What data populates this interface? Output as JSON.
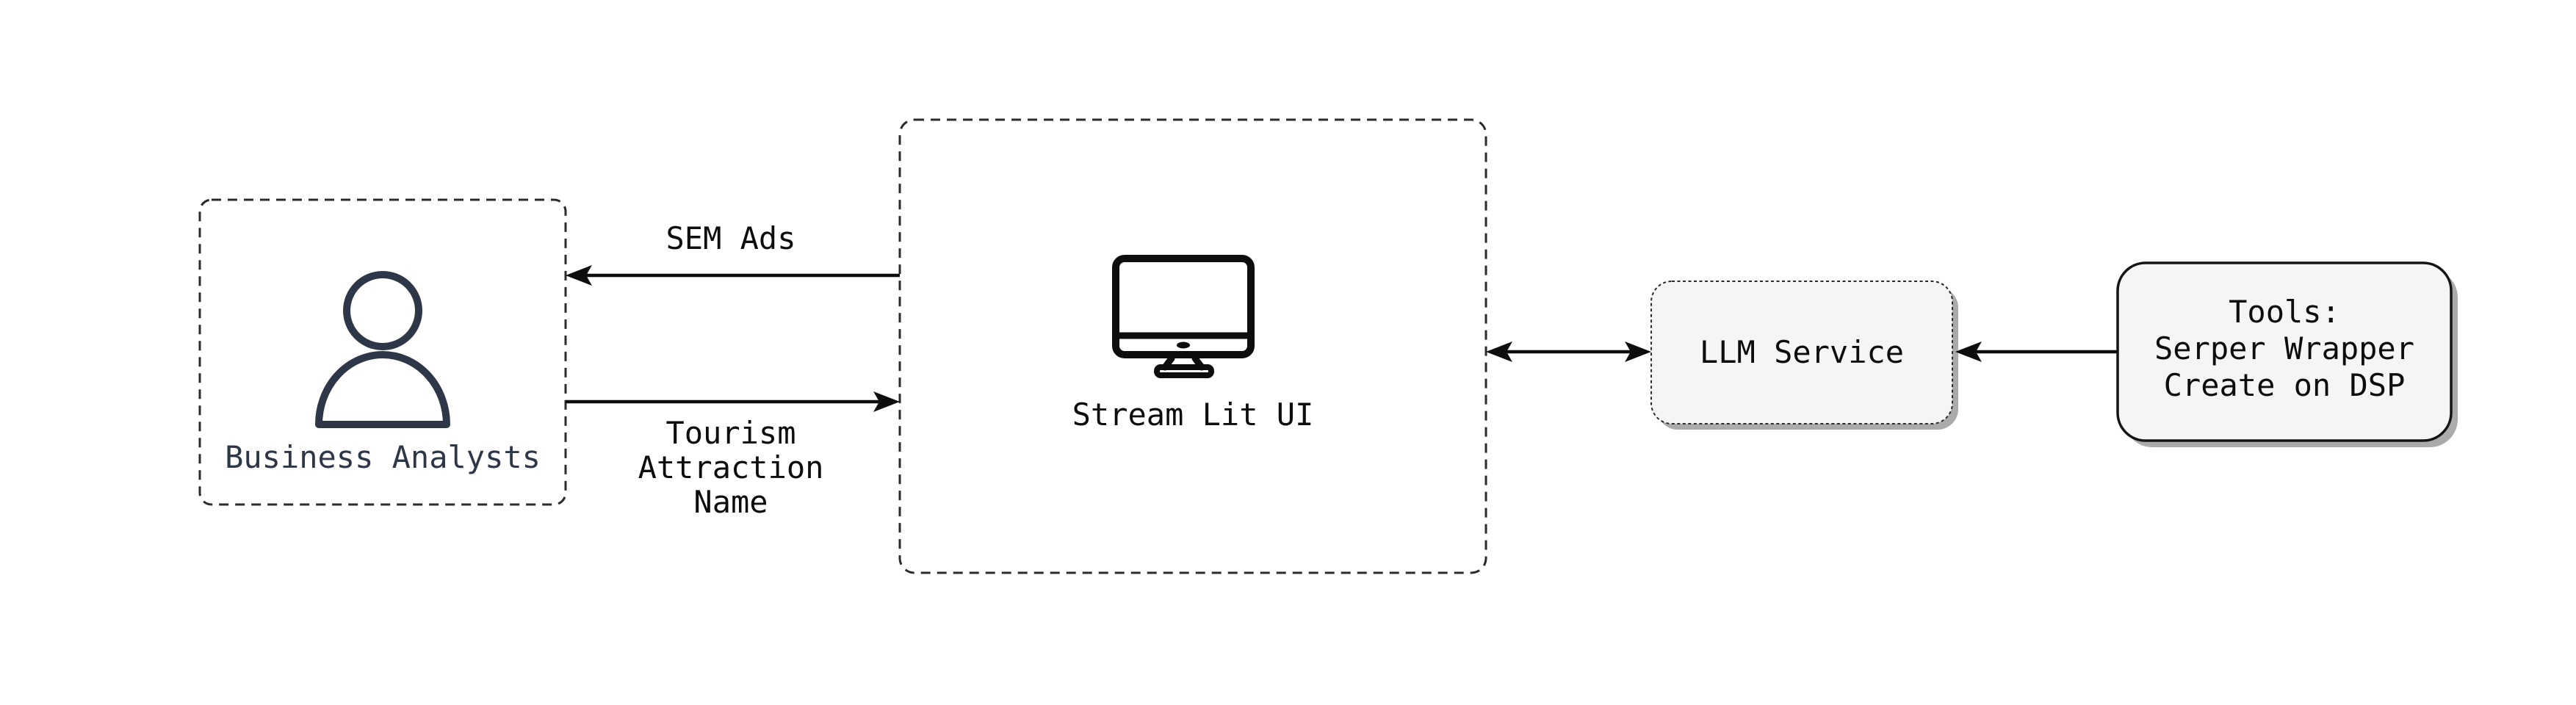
{
  "diagram": {
    "colors": {
      "background": "#ffffff",
      "ink": "#0d0d0d",
      "line": "#2b2b2b",
      "analyst_ink": "#2d3748",
      "node_fill": "#f5f5f5",
      "node_shadow": "#9c9c9c"
    },
    "nodes": {
      "business_analysts": {
        "label": "Business Analysts",
        "icon": "person-icon",
        "shape": "dashed-rounded-rect"
      },
      "streamlit_ui": {
        "label": "Stream Lit UI",
        "icon": "monitor-icon",
        "shape": "dashed-rounded-rect"
      },
      "llm_service": {
        "label": "LLM Service",
        "shape": "dotted-rounded-rect-filled-shadow"
      },
      "tools": {
        "label": "Tools:\nSerper Wrapper\nCreate on DSP",
        "shape": "solid-rounded-rect-filled-shadow"
      }
    },
    "edges": {
      "sem_ads": {
        "label": "SEM Ads",
        "from": "streamlit_ui",
        "to": "business_analysts",
        "arrow": "left"
      },
      "tourism": {
        "label": "Tourism\nAttraction\nName",
        "from": "business_analysts",
        "to": "streamlit_ui",
        "arrow": "right"
      },
      "ui_llm": {
        "label": "",
        "from": "streamlit_ui",
        "to": "llm_service",
        "arrow": "both"
      },
      "tools_llm": {
        "label": "",
        "from": "tools",
        "to": "llm_service",
        "arrow": "left"
      }
    }
  }
}
